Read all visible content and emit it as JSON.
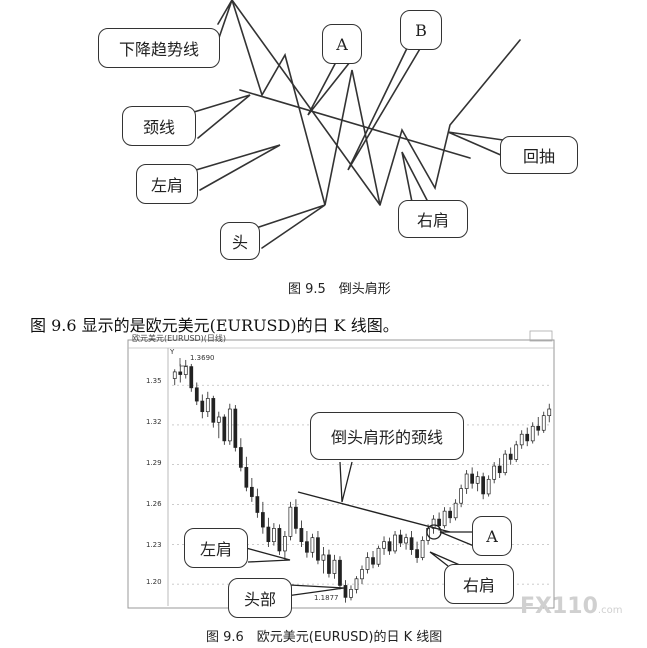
{
  "figure95": {
    "labels": {
      "downtrend": "下降趋势线",
      "a": "A",
      "b": "B",
      "neckline": "颈线",
      "left_shoulder": "左肩",
      "head": "头",
      "right_shoulder": "右肩",
      "pullback": "回抽"
    },
    "caption": "图 9.5　倒头肩形"
  },
  "paragraph": "图 9.6 显示的是欧元美元(EURUSD)的日 K 线图。",
  "figure96": {
    "chart_title": "欧元美元(EURUSD)(日线)",
    "y_marker": "Y",
    "high_label": "1.3690",
    "low_label": "1.1877",
    "yticks": [
      "1.35",
      "1.32",
      "1.29",
      "1.26",
      "1.23",
      "1.20"
    ],
    "labels": {
      "neckline": "倒头肩形的颈线",
      "left_shoulder": "左肩",
      "head": "头部",
      "right_shoulder": "右肩",
      "a": "A"
    },
    "watermark": "FX110",
    "watermark_domain": ".com",
    "caption": "图 9.6　欧元美元(EURUSD)的日 K 线图"
  },
  "chart_data": {
    "type": "candlestick",
    "title": "欧元美元(EURUSD)(日线)",
    "ylim": [
      1.185,
      1.375
    ],
    "ytick_values": [
      1.35,
      1.32,
      1.29,
      1.26,
      1.23,
      1.2
    ],
    "annotations": [
      {
        "text": "1.3690",
        "value": 1.369
      },
      {
        "text": "1.1877",
        "value": 1.1877
      }
    ],
    "ohlc": [
      [
        1.355,
        1.362,
        1.35,
        1.36
      ],
      [
        1.36,
        1.366,
        1.352,
        1.358
      ],
      [
        1.358,
        1.369,
        1.355,
        1.364
      ],
      [
        1.364,
        1.366,
        1.345,
        1.348
      ],
      [
        1.348,
        1.352,
        1.335,
        1.338
      ],
      [
        1.338,
        1.343,
        1.325,
        1.33
      ],
      [
        1.33,
        1.345,
        1.326,
        1.34
      ],
      [
        1.34,
        1.342,
        1.318,
        1.322
      ],
      [
        1.322,
        1.33,
        1.31,
        1.326
      ],
      [
        1.326,
        1.328,
        1.305,
        1.308
      ],
      [
        1.308,
        1.336,
        1.305,
        1.332
      ],
      [
        1.332,
        1.335,
        1.3,
        1.303
      ],
      [
        1.303,
        1.31,
        1.285,
        1.288
      ],
      [
        1.288,
        1.296,
        1.27,
        1.273
      ],
      [
        1.273,
        1.28,
        1.262,
        1.266
      ],
      [
        1.266,
        1.272,
        1.25,
        1.254
      ],
      [
        1.254,
        1.262,
        1.238,
        1.243
      ],
      [
        1.243,
        1.25,
        1.228,
        1.232
      ],
      [
        1.232,
        1.246,
        1.229,
        1.242
      ],
      [
        1.242,
        1.245,
        1.222,
        1.225
      ],
      [
        1.225,
        1.24,
        1.218,
        1.236
      ],
      [
        1.236,
        1.262,
        1.233,
        1.258
      ],
      [
        1.258,
        1.264,
        1.238,
        1.242
      ],
      [
        1.242,
        1.248,
        1.228,
        1.232
      ],
      [
        1.232,
        1.24,
        1.22,
        1.224
      ],
      [
        1.224,
        1.238,
        1.22,
        1.235
      ],
      [
        1.235,
        1.24,
        1.215,
        1.218
      ],
      [
        1.218,
        1.228,
        1.208,
        1.222
      ],
      [
        1.222,
        1.226,
        1.205,
        1.208
      ],
      [
        1.208,
        1.222,
        1.204,
        1.218
      ],
      [
        1.218,
        1.221,
        1.196,
        1.199
      ],
      [
        1.199,
        1.203,
        1.186,
        1.19
      ],
      [
        1.19,
        1.199,
        1.1877,
        1.196
      ],
      [
        1.196,
        1.206,
        1.193,
        1.204
      ],
      [
        1.204,
        1.214,
        1.2,
        1.211
      ],
      [
        1.211,
        1.224,
        1.208,
        1.22
      ],
      [
        1.22,
        1.225,
        1.212,
        1.215
      ],
      [
        1.215,
        1.229,
        1.213,
        1.227
      ],
      [
        1.227,
        1.236,
        1.222,
        1.232
      ],
      [
        1.232,
        1.235,
        1.222,
        1.225
      ],
      [
        1.225,
        1.24,
        1.223,
        1.237
      ],
      [
        1.237,
        1.241,
        1.228,
        1.231
      ],
      [
        1.231,
        1.238,
        1.226,
        1.235
      ],
      [
        1.235,
        1.24,
        1.222,
        1.226
      ],
      [
        1.226,
        1.232,
        1.216,
        1.22
      ],
      [
        1.22,
        1.236,
        1.218,
        1.233
      ],
      [
        1.233,
        1.245,
        1.23,
        1.242
      ],
      [
        1.242,
        1.252,
        1.238,
        1.249
      ],
      [
        1.249,
        1.254,
        1.24,
        1.244
      ],
      [
        1.244,
        1.258,
        1.242,
        1.255
      ],
      [
        1.255,
        1.258,
        1.246,
        1.25
      ],
      [
        1.25,
        1.264,
        1.248,
        1.261
      ],
      [
        1.261,
        1.275,
        1.258,
        1.272
      ],
      [
        1.272,
        1.286,
        1.268,
        1.283
      ],
      [
        1.283,
        1.288,
        1.272,
        1.276
      ],
      [
        1.276,
        1.285,
        1.27,
        1.281
      ],
      [
        1.281,
        1.284,
        1.264,
        1.268
      ],
      [
        1.268,
        1.282,
        1.266,
        1.279
      ],
      [
        1.279,
        1.292,
        1.276,
        1.289
      ],
      [
        1.289,
        1.295,
        1.28,
        1.284
      ],
      [
        1.284,
        1.301,
        1.282,
        1.298
      ],
      [
        1.298,
        1.303,
        1.29,
        1.294
      ],
      [
        1.294,
        1.308,
        1.292,
        1.305
      ],
      [
        1.305,
        1.316,
        1.302,
        1.313
      ],
      [
        1.313,
        1.318,
        1.304,
        1.308
      ],
      [
        1.308,
        1.322,
        1.306,
        1.319
      ],
      [
        1.319,
        1.326,
        1.312,
        1.316
      ],
      [
        1.316,
        1.33,
        1.314,
        1.327
      ],
      [
        1.327,
        1.336,
        1.322,
        1.332
      ]
    ]
  }
}
